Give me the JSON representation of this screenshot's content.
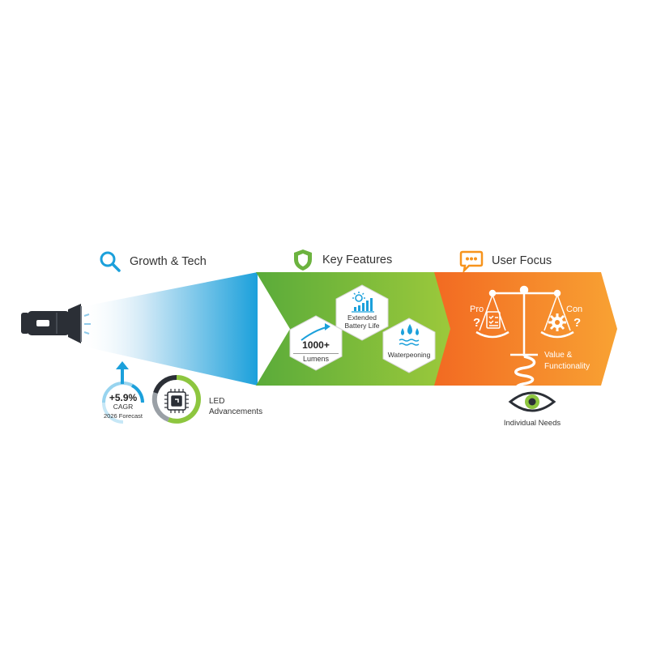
{
  "sections": {
    "growth": {
      "title": "Growth & Tech",
      "icon": "search-icon"
    },
    "features": {
      "title": "Key Features",
      "icon": "shield-icon"
    },
    "user": {
      "title": "User Focus",
      "icon": "chat-bubble-icon"
    }
  },
  "growth_stats": {
    "cagr_value": "+5.9%",
    "cagr_label": "CAGR",
    "forecast_label": "2026 Forecast",
    "led_line1": "LED",
    "led_line2": "Advancements"
  },
  "features": {
    "lumens_value": "1000+",
    "lumens_label": "Lumens",
    "battery_line1": "Extended",
    "battery_line2": "Battery Life",
    "water_label": "Waterpeoning"
  },
  "user_focus": {
    "pro_label": "Pro",
    "con_label": "Con",
    "value_line1": "Value &",
    "value_line2": "Functionality",
    "needs_label": "Individual Needs"
  },
  "colors": {
    "blue": "#1ba0db",
    "green": "#6cb33f",
    "lime": "#8dc63f",
    "orange": "#f7941d",
    "orange_dark": "#ee6a25",
    "flashlight": "#2b2f36"
  }
}
